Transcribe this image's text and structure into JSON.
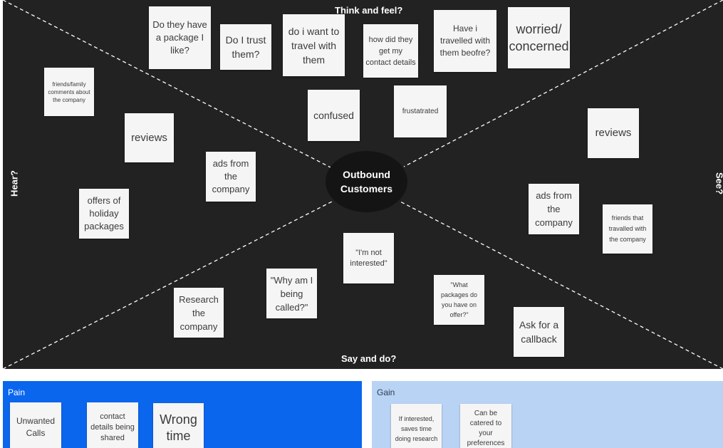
{
  "board": {
    "center_label": "Outbound Customers",
    "quadrants": {
      "top": "Think and feel?",
      "bottom": "Say and do?",
      "left": "Hear?",
      "right": "See?"
    }
  },
  "notes": {
    "think": {
      "package": "Do they have a package I like?",
      "trust": "Do I trust them?",
      "travel": "do i want to travel with them",
      "contact": "how did they get my contact details",
      "travelled": "Have i travelled with them beofre?",
      "worried": "worried/ concerned",
      "confused": "confused",
      "frustrated": "frustatrated"
    },
    "hear": {
      "friends_family": "friends/family comments about the company",
      "reviews": "reviews",
      "ads": "ads from the company",
      "offers": "offers of holiday packages"
    },
    "see": {
      "reviews": "reviews",
      "ads": "ads from the company",
      "friends": "friends that travalled with the company"
    },
    "say": {
      "not_interested": "\"I'm not interested\"",
      "why_called": "\"Why am I being called?\"",
      "research": "Research the company",
      "packages": "\"What packages do you have on offer?\"",
      "callback": "Ask for a callback"
    }
  },
  "pain": {
    "title": "Pain",
    "notes": [
      "Unwanted Calls",
      "contact details being shared",
      "Wrong time"
    ]
  },
  "gain": {
    "title": "Gain",
    "notes": [
      "If interested, saves time doing research",
      "Can be catered to your preferences"
    ]
  },
  "colors": {
    "board": "#222222",
    "pain": "#0b66ee",
    "gain": "#b9d3f5",
    "note": "#f5f5f5"
  }
}
